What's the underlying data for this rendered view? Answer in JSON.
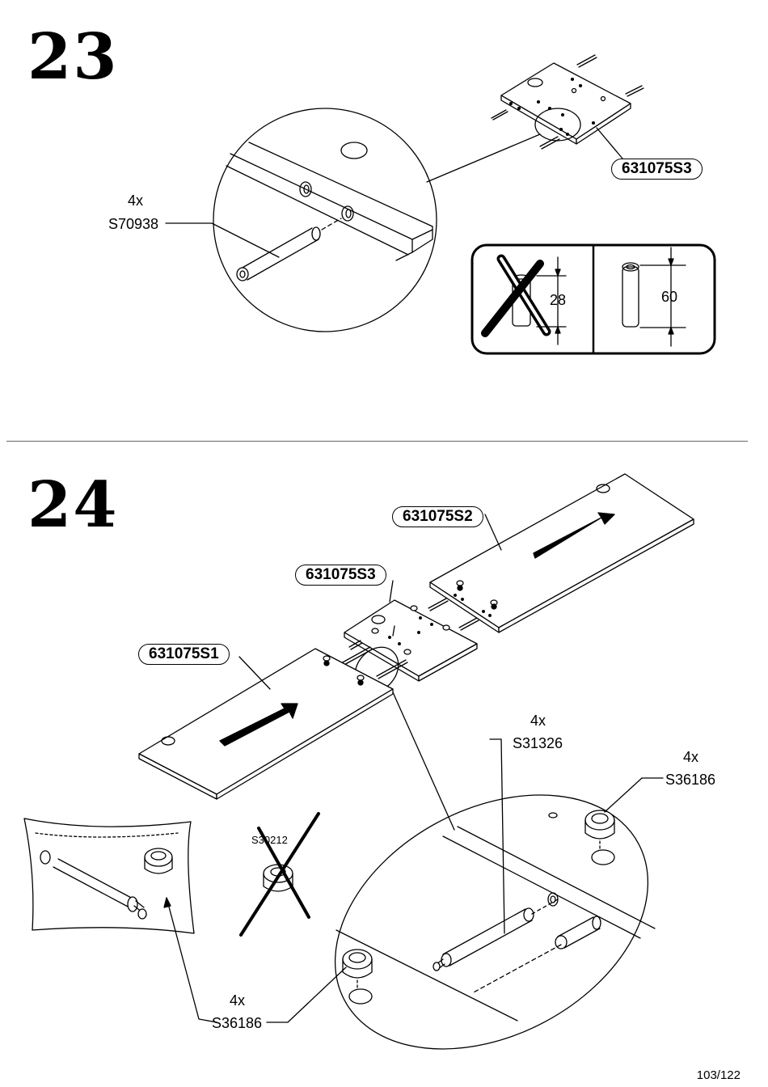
{
  "step23": {
    "number": "23",
    "part_label": "631075S3",
    "dowel_qty": "4x",
    "dowel_code": "S70938",
    "wrong_length": "28",
    "right_length": "60"
  },
  "step24": {
    "number": "24",
    "part_s1": "631075S1",
    "part_s2": "631075S2",
    "part_s3": "631075S3",
    "bolt_qty": "4x",
    "bolt_code": "S31326",
    "cam_qty_right": "4x",
    "cam_code_right": "S36186",
    "cam_qty_left": "4x",
    "cam_code_left": "S36186",
    "wrong_code": "S30212"
  },
  "footer": {
    "page": "103/122"
  }
}
